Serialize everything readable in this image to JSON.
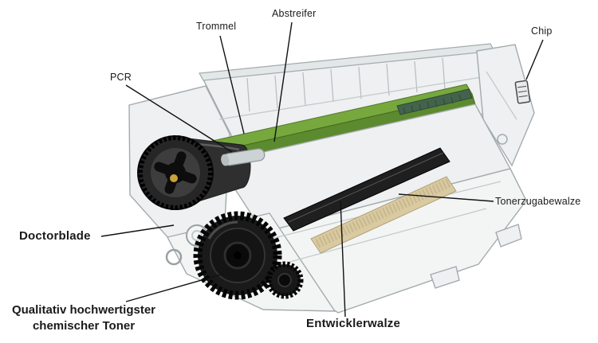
{
  "diagram": {
    "description": "Toner cartridge cutaway diagram with German part labels",
    "labels": {
      "trommel": "Trommel",
      "abstreifer": "Abstreifer",
      "chip": "Chip",
      "pcr": "PCR",
      "tonerzugabewalze": "Tonerzugabewalze",
      "doctorblade": "Doctorblade",
      "toner_line1": "Qualitativ hochwertigster",
      "toner_line2": "chemischer Toner",
      "entwicklerwalze": "Entwicklerwalze"
    },
    "colors": {
      "drum_frame_green": "#76a83e",
      "drum_frame_green_dark": "#5c8a2e",
      "ribbed_module_green": "#43634c",
      "housing_gray": "#eef0f1",
      "outline_gray": "#a3abae",
      "roller_black": "#1f1f1f",
      "toner_roller_tan": "#d9caa2",
      "contact_gold": "#c9a23a",
      "leader_line": "#111111"
    }
  }
}
